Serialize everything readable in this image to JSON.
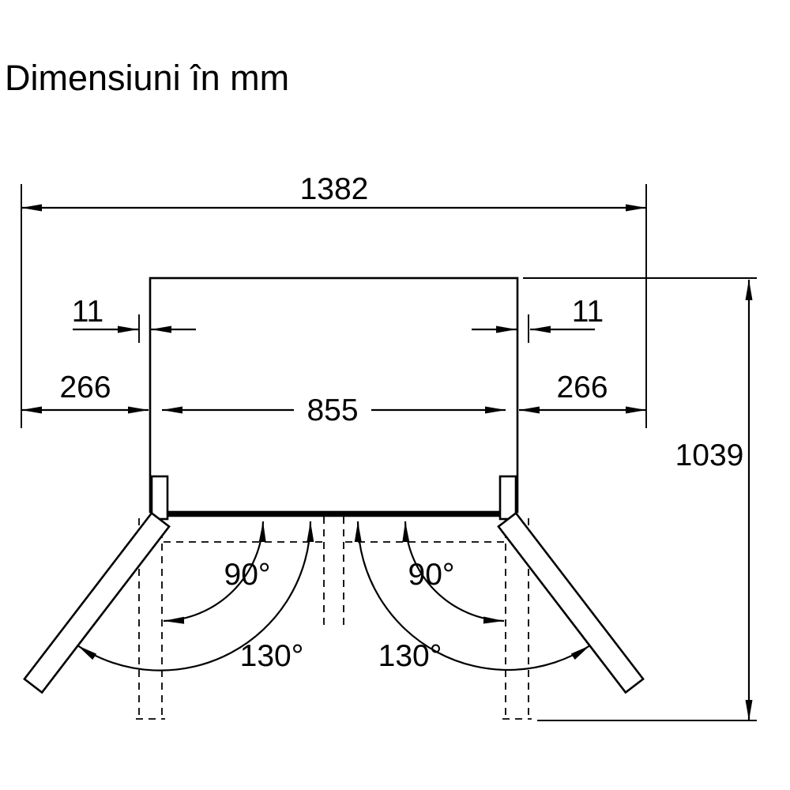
{
  "title": "Dimensiuni în mm",
  "diagram": {
    "description": "Top view of a french-door appliance showing installation dimensions and door swing angles",
    "labels": {
      "total_width": "1382",
      "left_gap": "11",
      "right_gap": "11",
      "left_door_clearance": "266",
      "right_door_clearance": "266",
      "body_width": "855",
      "total_depth": "1039",
      "left_angle_90": "90°",
      "right_angle_90": "90°",
      "left_angle_130": "130°",
      "right_angle_130": "130°"
    },
    "colors": {
      "line": "#000000",
      "background": "#ffffff"
    }
  }
}
